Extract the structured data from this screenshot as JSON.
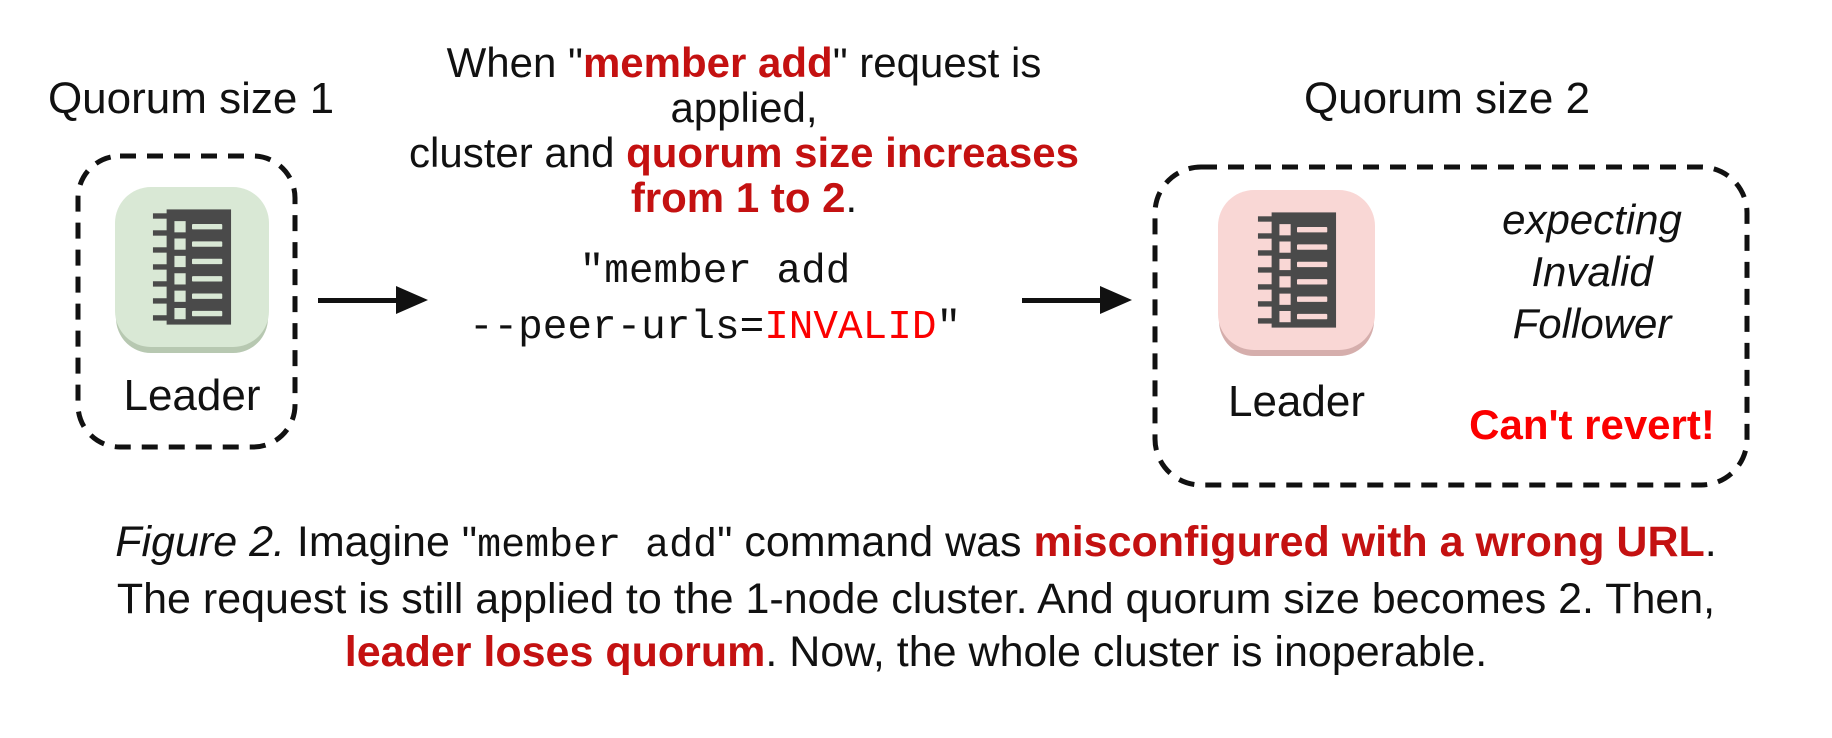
{
  "colors": {
    "accent_red_dark": "#c41111",
    "accent_red_bright": "#fb0000",
    "node_green": "#d9e8d5",
    "node_green_shadow": "#b7c8b1",
    "node_pink": "#f9d7d5",
    "node_pink_shadow": "#d5aeac",
    "glyph_dark": "#4a4a4a",
    "line_black": "#111111"
  },
  "icons": {
    "member_node": "ledger-list-icon",
    "arrow": "right-arrow-icon"
  },
  "left_cluster": {
    "title": "Quorum size 1",
    "node_label": "Leader"
  },
  "right_cluster": {
    "title": "Quorum size 2",
    "node_label": "Leader",
    "expecting_line1": "expecting",
    "expecting_line2": "Invalid",
    "expecting_line3": "Follower",
    "warning": "Can't revert!"
  },
  "top_note": {
    "line1_pre": "When \"",
    "line1_em": "member add",
    "line1_post": "\" request is applied,",
    "line2_pre": "cluster and ",
    "line2_em": "quorum size increases",
    "line3_em": "from 1 to 2",
    "line3_post": "."
  },
  "command": {
    "line1": "\"member add",
    "line2_pre": "--peer-urls=",
    "line2_em": "INVALID",
    "line2_post": "\""
  },
  "caption": {
    "fig_label": "Figure 2. ",
    "l1_pre": "Imagine \"",
    "l1_code": "member add",
    "l1_mid": "\" command was ",
    "l1_em": "misconfigured with a wrong URL",
    "l1_post": ".",
    "l2": "The request is still applied to the 1-node cluster. And quorum size becomes 2. Then,",
    "l3_em": "leader loses quorum",
    "l3_post": ". Now, the whole cluster is inoperable."
  }
}
